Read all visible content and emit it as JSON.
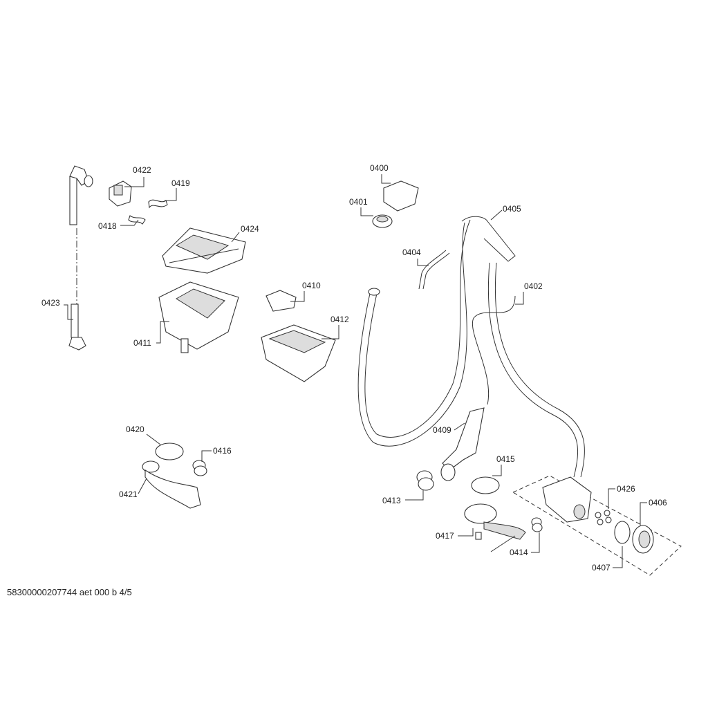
{
  "parts": {
    "p0400": "0400",
    "p0401": "0401",
    "p0402": "0402",
    "p0404": "0404",
    "p0405": "0405",
    "p0406": "0406",
    "p0407": "0407",
    "p0409": "0409",
    "p0410": "0410",
    "p0411": "0411",
    "p0412": "0412",
    "p0413": "0413",
    "p0414": "0414",
    "p0415": "0415",
    "p0416": "0416",
    "p0417": "0417",
    "p0418": "0418",
    "p0419": "0419",
    "p0420": "0420",
    "p0421": "0421",
    "p0422": "0422",
    "p0423": "0423",
    "p0424": "0424",
    "p0426": "0426"
  },
  "footer": "58300000207744 aet 000 b 4/5"
}
